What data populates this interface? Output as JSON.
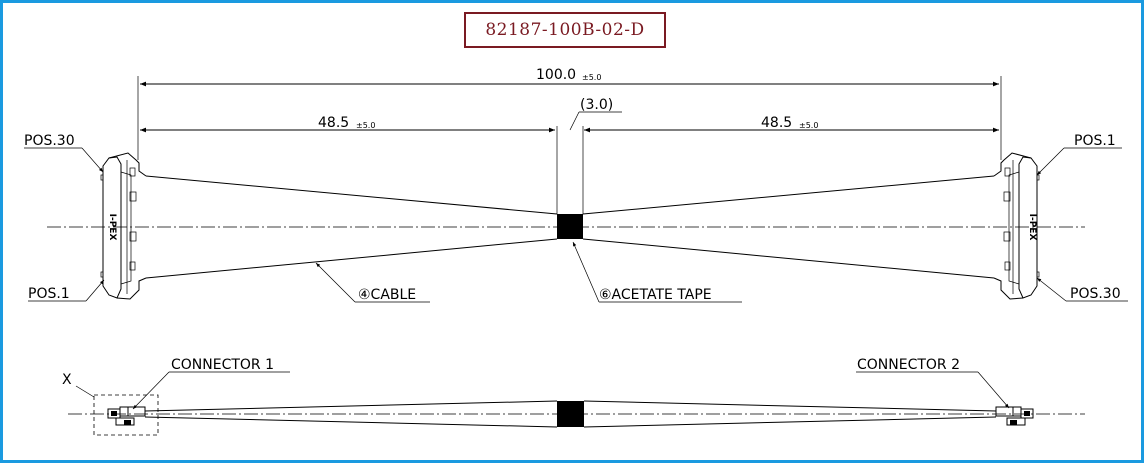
{
  "part_number": "82187-100B-02-D",
  "colors": {
    "frame_border": "#1a9ae0",
    "title_text": "#7a1a22",
    "ink": "#000000"
  },
  "dimensions": {
    "overall_length": "100.0",
    "overall_tolerance": "±5.0",
    "left_length": "48.5",
    "left_tolerance": "±5.0",
    "right_length": "48.5",
    "right_tolerance": "±5.0",
    "tape_width": "(3.0)"
  },
  "labels": {
    "pos30_left": "POS.30",
    "pos1_left": "POS.1",
    "pos1_right": "POS.1",
    "pos30_right": "POS.30",
    "cable": "④CABLE",
    "acetate_tape": "⑥ACETATE TAPE",
    "connector1": "CONNECTOR 1",
    "connector2": "CONNECTOR 2",
    "detail_x": "X",
    "connector_marking_left": "I-PEX",
    "connector_marking_right": "I-PEX"
  }
}
